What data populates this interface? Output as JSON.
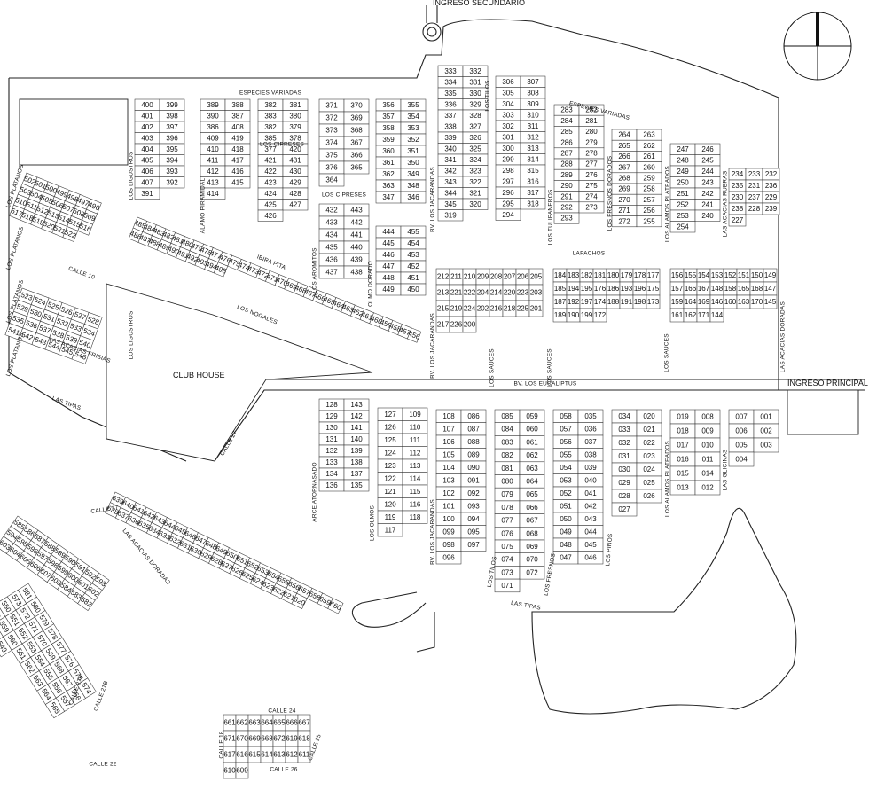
{
  "labels": {
    "ingreso_secundario": "INGRESO SECUNDARIO",
    "ingreso_principal": "INGRESO PRINCIPAL",
    "club_house": "CLUB HOUSE"
  },
  "streets": [
    {
      "name": "ESPECIES VARIADAS"
    },
    {
      "name": "ESPECIES VARIADAS"
    },
    {
      "name": "LOS CIPRESES"
    },
    {
      "name": "LOS CIPRESES"
    },
    {
      "name": "LOS LIGUSTROS"
    },
    {
      "name": "LOS LIGUSTROS"
    },
    {
      "name": "ALAMO PIRAMIDAL"
    },
    {
      "name": "LOS PLATANOS"
    },
    {
      "name": "LOS PLATANOS"
    },
    {
      "name": "LOS PLATANOS"
    },
    {
      "name": "LOS PLATANOS"
    },
    {
      "name": "CALLE 10"
    },
    {
      "name": "LAS ACACIAS FRISIAS"
    },
    {
      "name": "LAS TIPAS"
    },
    {
      "name": "LAS TIPAS"
    },
    {
      "name": "LOS NOGALES"
    },
    {
      "name": "IBIRA PITA"
    },
    {
      "name": "LOS AROMITOS"
    },
    {
      "name": "OLMO DORADO"
    },
    {
      "name": "BV. LOS JACARANDAS"
    },
    {
      "name": "BV. LOS JACARANDAS"
    },
    {
      "name": "BV. LOS JACARANDAS"
    },
    {
      "name": "LOS TILOS"
    },
    {
      "name": "LOS TULIPANEROS"
    },
    {
      "name": "LOS FRESNOS DORADOS"
    },
    {
      "name": "LOS ALAMOS PLATEADOS"
    },
    {
      "name": "LOS ALAMOS PLATEADOS"
    },
    {
      "name": "LAS ACACIAS RUBRAS"
    },
    {
      "name": "LAS ACACIAS DORADAS"
    },
    {
      "name": "LAPACHOS"
    },
    {
      "name": "BV. LOS EUCALIPTUS"
    },
    {
      "name": "LOS SAUCES"
    },
    {
      "name": "LOS SAUCES"
    },
    {
      "name": "LOS SAUCES"
    },
    {
      "name": "LOS OLMOS"
    },
    {
      "name": "LOS TILOS"
    },
    {
      "name": "LOS FRESNOS"
    },
    {
      "name": "LOS PINOS"
    },
    {
      "name": "LAS GLICINAS"
    },
    {
      "name": "ARCE ATORNASADO"
    },
    {
      "name": "CALLE 27"
    },
    {
      "name": "CALLE 27"
    },
    {
      "name": "LAS ACACIAS DORADAS"
    },
    {
      "name": "CALLE 27B"
    },
    {
      "name": "CALLE 21B"
    },
    {
      "name": "CALLE 22"
    },
    {
      "name": "CALLE 24"
    },
    {
      "name": "CALLE 25"
    },
    {
      "name": "CALLE 26"
    },
    {
      "name": "CALLE 18"
    }
  ],
  "lots": {
    "b1": [
      "400",
      "399",
      "401",
      "398",
      "402",
      "397",
      "403",
      "396",
      "404",
      "395",
      "405",
      "394",
      "406",
      "393",
      "407",
      "392",
      "391"
    ],
    "b2": [
      "389",
      "388",
      "390",
      "387",
      "386",
      "408",
      "409",
      "419",
      "410",
      "418",
      "411",
      "417",
      "412",
      "416",
      "413",
      "415",
      "414"
    ],
    "b3": [
      "382",
      "381",
      "383",
      "380",
      "382",
      "379",
      "385",
      "378",
      "377",
      "420",
      "421",
      "431",
      "422",
      "430",
      "423",
      "429",
      "424",
      "428",
      "425",
      "427",
      "426"
    ],
    "b4": [
      "371",
      "370",
      "372",
      "369",
      "373",
      "368",
      "374",
      "367",
      "375",
      "366",
      "376",
      "365",
      "364"
    ],
    "b5": [
      "356",
      "355",
      "357",
      "354",
      "358",
      "353",
      "359",
      "352",
      "360",
      "351",
      "361",
      "350",
      "362",
      "349",
      "363",
      "348",
      "347",
      "346"
    ],
    "b6": [
      "432",
      "443",
      "433",
      "442",
      "434",
      "441",
      "435",
      "440",
      "436",
      "439",
      "437",
      "438"
    ],
    "b7": [
      "444",
      "455",
      "445",
      "454",
      "446",
      "453",
      "447",
      "452",
      "448",
      "451",
      "449",
      "450"
    ],
    "b8": [
      "333",
      "332",
      "334",
      "331",
      "335",
      "330",
      "336",
      "329",
      "337",
      "328",
      "338",
      "327",
      "339",
      "326",
      "340",
      "325",
      "341",
      "324",
      "342",
      "323",
      "343",
      "322",
      "344",
      "321",
      "345",
      "320",
      "319"
    ],
    "b9": [
      "306",
      "307",
      "305",
      "308",
      "304",
      "309",
      "303",
      "310",
      "302",
      "311",
      "301",
      "312",
      "300",
      "313",
      "299",
      "314",
      "298",
      "315",
      "297",
      "316",
      "296",
      "317",
      "295",
      "318",
      "294"
    ],
    "b10": [
      "283",
      "282",
      "284",
      "281",
      "285",
      "280",
      "286",
      "279",
      "287",
      "278",
      "288",
      "277",
      "289",
      "276",
      "290",
      "275",
      "291",
      "274",
      "292",
      "273",
      "293"
    ],
    "b11": [
      "264",
      "263",
      "265",
      "262",
      "266",
      "261",
      "267",
      "260",
      "268",
      "259",
      "269",
      "258",
      "270",
      "257",
      "271",
      "256",
      "272",
      "255"
    ],
    "b12": [
      "247",
      "246",
      "248",
      "245",
      "249",
      "244",
      "250",
      "243",
      "251",
      "242",
      "252",
      "241",
      "253",
      "240",
      "254"
    ],
    "b13": [
      "234",
      "233",
      "232",
      "235",
      "231",
      "236",
      "230",
      "237",
      "229",
      "238",
      "228",
      "239",
      "227"
    ],
    "b14": [
      "502",
      "501",
      "500",
      "499",
      "498",
      "497",
      "496",
      "503",
      "504",
      "505",
      "506",
      "507",
      "508",
      "509",
      "510",
      "511",
      "512",
      "513",
      "514",
      "515",
      "516",
      "517",
      "518",
      "519",
      "520",
      "521",
      "522"
    ],
    "b15": [
      "523",
      "524",
      "525",
      "526",
      "527",
      "528",
      "529",
      "530",
      "531",
      "532",
      "533",
      "534",
      "535",
      "536",
      "537",
      "538",
      "539",
      "540",
      "541",
      "542",
      "543",
      "544",
      "545",
      "546"
    ],
    "b16": [
      "485",
      "484",
      "483",
      "482",
      "481",
      "480",
      "479",
      "478",
      "477",
      "476",
      "475",
      "474",
      "473",
      "472",
      "471",
      "470",
      "469",
      "468",
      "467",
      "466",
      "465",
      "464",
      "463",
      "462",
      "461",
      "460",
      "459",
      "458",
      "457",
      "456",
      "486",
      "487",
      "488",
      "489",
      "490",
      "491",
      "492",
      "493",
      "494",
      "495"
    ],
    "b17": [
      "212",
      "211",
      "210",
      "209",
      "208",
      "207",
      "206",
      "205",
      "213",
      "221",
      "222",
      "204",
      "214",
      "220",
      "223",
      "203",
      "215",
      "219",
      "224",
      "202",
      "216",
      "218",
      "225",
      "201",
      "217",
      "226",
      "200"
    ],
    "b18": [
      "184",
      "183",
      "182",
      "181",
      "180",
      "179",
      "178",
      "177",
      "185",
      "194",
      "195",
      "176",
      "186",
      "193",
      "196",
      "175",
      "187",
      "192",
      "197",
      "174",
      "188",
      "191",
      "198",
      "173",
      "189",
      "190",
      "199",
      "172"
    ],
    "b19": [
      "156",
      "155",
      "154",
      "153",
      "152",
      "151",
      "150",
      "149",
      "157",
      "166",
      "167",
      "148",
      "158",
      "165",
      "168",
      "147",
      "159",
      "164",
      "169",
      "146",
      "160",
      "163",
      "170",
      "145",
      "161",
      "162",
      "171",
      "144"
    ],
    "b20": [
      "128",
      "143",
      "129",
      "142",
      "130",
      "141",
      "131",
      "140",
      "132",
      "139",
      "133",
      "138",
      "134",
      "137",
      "136",
      "135"
    ],
    "b21": [
      "127",
      "109",
      "126",
      "110",
      "125",
      "111",
      "124",
      "112",
      "123",
      "113",
      "122",
      "114",
      "121",
      "115",
      "120",
      "116",
      "119",
      "118",
      "117"
    ],
    "b22": [
      "108",
      "086",
      "107",
      "087",
      "106",
      "088",
      "105",
      "089",
      "104",
      "090",
      "103",
      "091",
      "102",
      "092",
      "101",
      "093",
      "100",
      "094",
      "099",
      "095",
      "098",
      "097",
      "096"
    ],
    "b23": [
      "085",
      "059",
      "084",
      "060",
      "083",
      "061",
      "082",
      "062",
      "081",
      "063",
      "080",
      "064",
      "079",
      "065",
      "078",
      "066",
      "077",
      "067",
      "076",
      "068",
      "075",
      "069",
      "074",
      "070",
      "073",
      "072",
      "071"
    ],
    "b24": [
      "058",
      "035",
      "057",
      "036",
      "056",
      "037",
      "055",
      "038",
      "054",
      "039",
      "053",
      "040",
      "052",
      "041",
      "051",
      "042",
      "050",
      "043",
      "049",
      "044",
      "048",
      "045",
      "047",
      "046"
    ],
    "b25": [
      "034",
      "020",
      "033",
      "021",
      "032",
      "022",
      "031",
      "023",
      "030",
      "024",
      "029",
      "025",
      "028",
      "026",
      "027"
    ],
    "b26": [
      "019",
      "008",
      "018",
      "009",
      "017",
      "010",
      "016",
      "011",
      "015",
      "014",
      "013",
      "012"
    ],
    "b27": [
      "007",
      "001",
      "006",
      "002",
      "005",
      "003",
      "004"
    ],
    "b28": [
      "639",
      "640",
      "641",
      "642",
      "643",
      "644",
      "645",
      "646",
      "647",
      "648",
      "649",
      "650",
      "651",
      "652",
      "653",
      "654",
      "655",
      "656",
      "657",
      "658",
      "659",
      "660",
      "638",
      "637",
      "636",
      "635",
      "634",
      "633",
      "632",
      "631",
      "630",
      "629",
      "628",
      "627",
      "626",
      "625",
      "624",
      "623",
      "622",
      "621",
      "620"
    ],
    "b29": [
      "585",
      "586",
      "587",
      "588",
      "589",
      "590",
      "591",
      "592",
      "593",
      "594",
      "595",
      "596",
      "597",
      "598",
      "599",
      "600",
      "601",
      "602",
      "603",
      "604",
      "605",
      "606",
      "607",
      "608",
      "584",
      "583",
      "582"
    ],
    "b30": [
      "581",
      "580",
      "579",
      "578",
      "577",
      "576",
      "575",
      "574",
      "573",
      "572",
      "571",
      "570",
      "569",
      "568",
      "567",
      "566",
      "550",
      "551",
      "552",
      "553",
      "554",
      "555",
      "556",
      "557",
      "558",
      "559",
      "560",
      "561",
      "562",
      "563",
      "564",
      "565",
      "547",
      "548",
      "549"
    ],
    "b31": [
      "661",
      "662",
      "663",
      "664",
      "665",
      "666",
      "667",
      "671",
      "670",
      "669",
      "668",
      "672",
      "619",
      "618",
      "617",
      "616",
      "615",
      "614",
      "613",
      "612",
      "611",
      "610",
      "609"
    ]
  }
}
